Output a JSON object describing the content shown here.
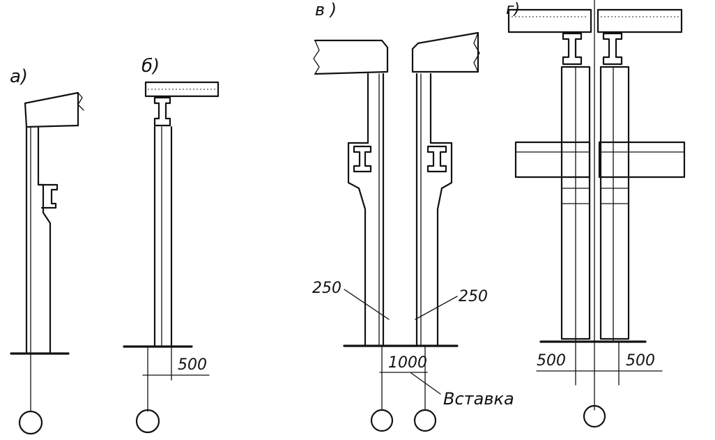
{
  "panels": [
    {
      "id": "a",
      "label": "а)"
    },
    {
      "id": "b",
      "label": "б)"
    },
    {
      "id": "v",
      "label": "в )"
    },
    {
      "id": "g",
      "label": "г)"
    }
  ],
  "dimensions": {
    "b_width": "500",
    "v_left_offset": "250",
    "v_right_offset": "250",
    "v_insert_width": "1000",
    "g_left_width": "500",
    "g_right_width": "500"
  },
  "callouts": {
    "insert_label": "Вставка"
  },
  "colors": {
    "ink": "#111111",
    "paper": "#ffffff"
  }
}
